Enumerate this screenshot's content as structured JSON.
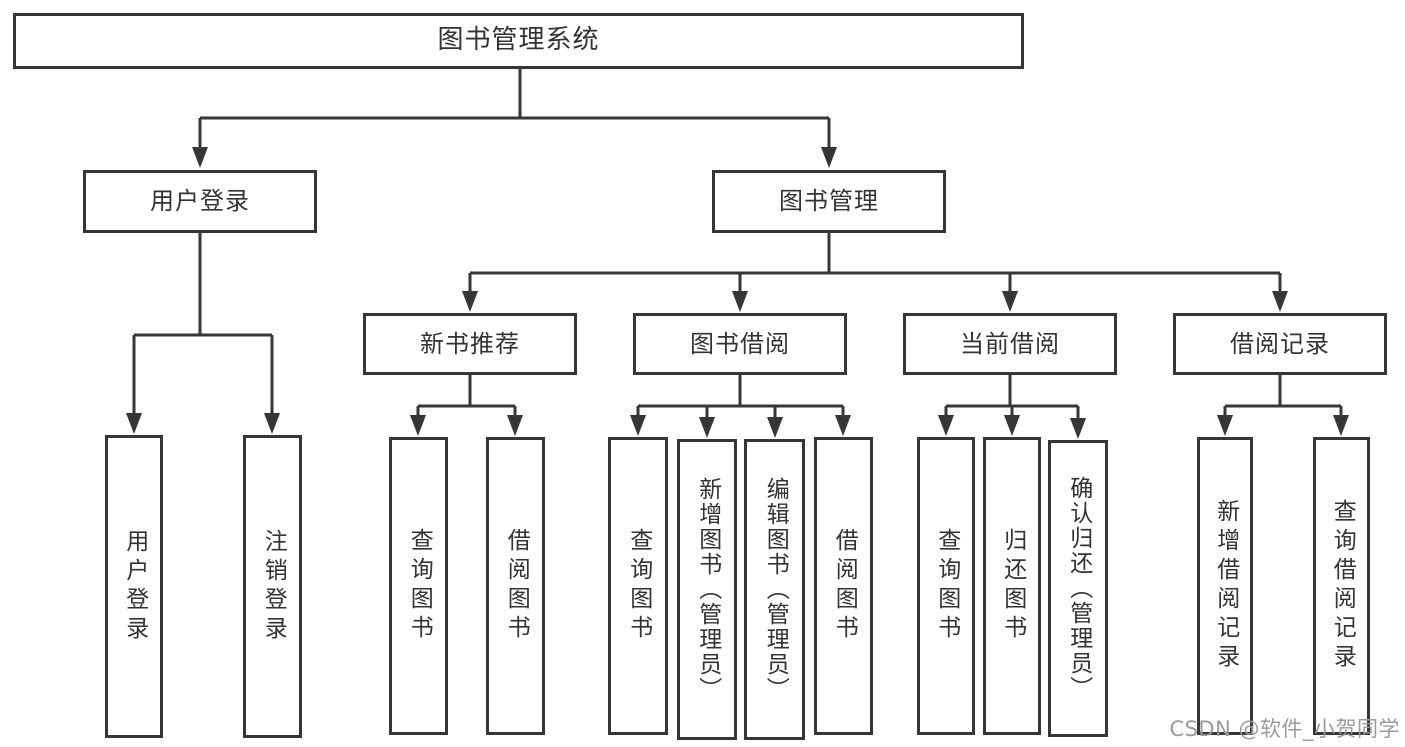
{
  "root": {
    "label": "图书管理系统",
    "children": [
      {
        "label": "用户登录",
        "children": [
          {
            "label": "用户登录"
          },
          {
            "label": "注销登录"
          }
        ]
      },
      {
        "label": "图书管理",
        "children": [
          {
            "label": "新书推荐",
            "children": [
              {
                "label": "查询图书"
              },
              {
                "label": "借阅图书"
              }
            ]
          },
          {
            "label": "图书借阅",
            "children": [
              {
                "label": "查询图书"
              },
              {
                "label": "新增图书（管理员）"
              },
              {
                "label": "编辑图书（管理员）"
              },
              {
                "label": "借阅图书"
              }
            ]
          },
          {
            "label": "当前借阅",
            "children": [
              {
                "label": "查询图书"
              },
              {
                "label": "归还图书"
              },
              {
                "label": "确认归还（管理员）"
              }
            ]
          },
          {
            "label": "借阅记录",
            "children": [
              {
                "label": "新增借阅记录"
              },
              {
                "label": "查询借阅记录"
              }
            ]
          }
        ]
      }
    ]
  },
  "watermark": {
    "text": "CSDN @软件_小贺同学"
  },
  "colors": {
    "line": "#363636",
    "text": "#333333",
    "watermark": "#9b9b9b",
    "background": "#ffffff"
  }
}
